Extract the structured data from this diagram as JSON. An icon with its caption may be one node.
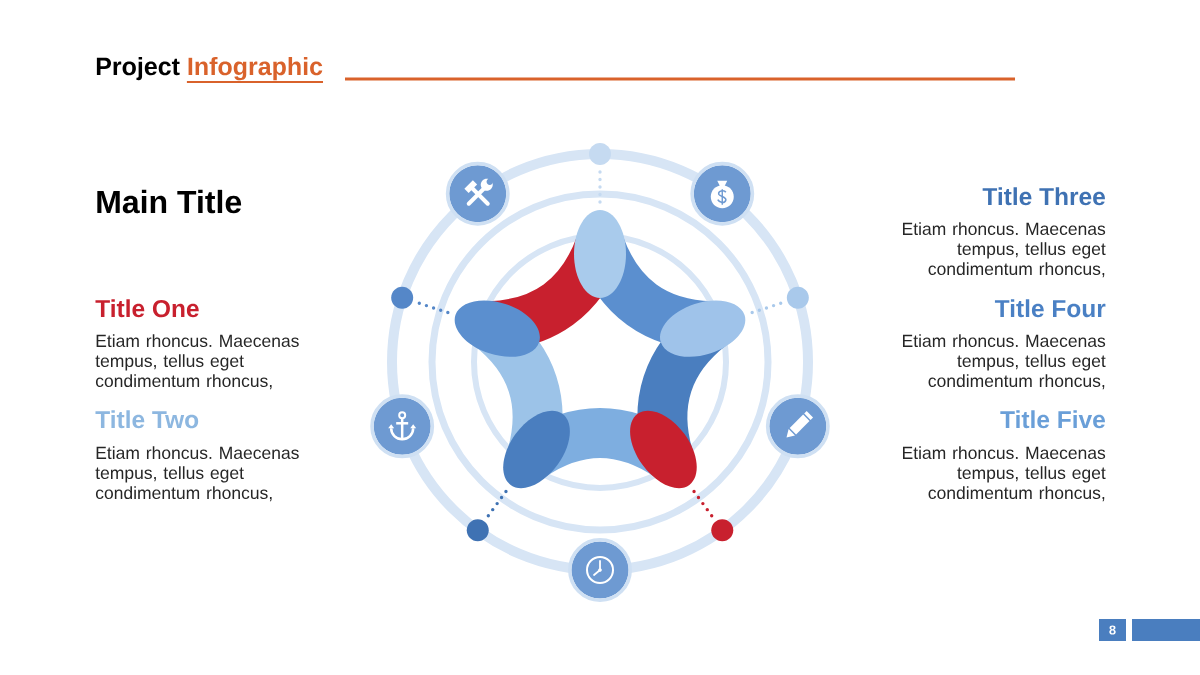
{
  "diagram": {
    "title": "Project Infographic",
    "nodes": [
      {
        "text": [],
        "shape": "circle"
      },
      {
        "text": [],
        "shape": "star"
      },
      {
        "text": [],
        "shape": "circle"
      },
      {
        "text": [],
        "shape": "circle"
      },
      {
        "text": [],
        "shape": "circle"
      },
      {
        "text": [],
        "shape": "circle"
      }
    ],
    "edges": [
      {
        "from": 0,
        "to": 1,
        "arrow": "none",
        "color": "#c5daf1"
      },
      {
        "from": 2,
        "to": 1,
        "arrow": "none",
        "color": "#5587c8"
      },
      {
        "from": 3,
        "to": 1,
        "arrow": "none",
        "color": "#a9c9eb"
      },
      {
        "from": 4,
        "to": 1,
        "arrow": "none",
        "color": "#3f72b3"
      },
      {
        "from": 5,
        "to": 1,
        "arrow": "none",
        "color": "#c8202e"
      }
    ],
    "labels": [
      "Main Title",
      "Title One",
      "Etiam rhoncus. Maecenas tempus, tellus eget condimentum rhoncus,",
      "Title Two",
      "Etiam rhoncus. Maecenas tempus, tellus eget condimentum rhoncus,",
      "Title Three",
      "Etiam rhoncus. Maecenas tempus, tellus eget condimentum rhoncus,",
      "Title Four",
      "Etiam rhoncus. Maecenas tempus, tellus eget condimentum rhoncus,",
      "Title Five",
      "Etiam rhoncus. Maecenas tempus, tellus eget condimentum rhoncus,",
      "8"
    ]
  }
}
